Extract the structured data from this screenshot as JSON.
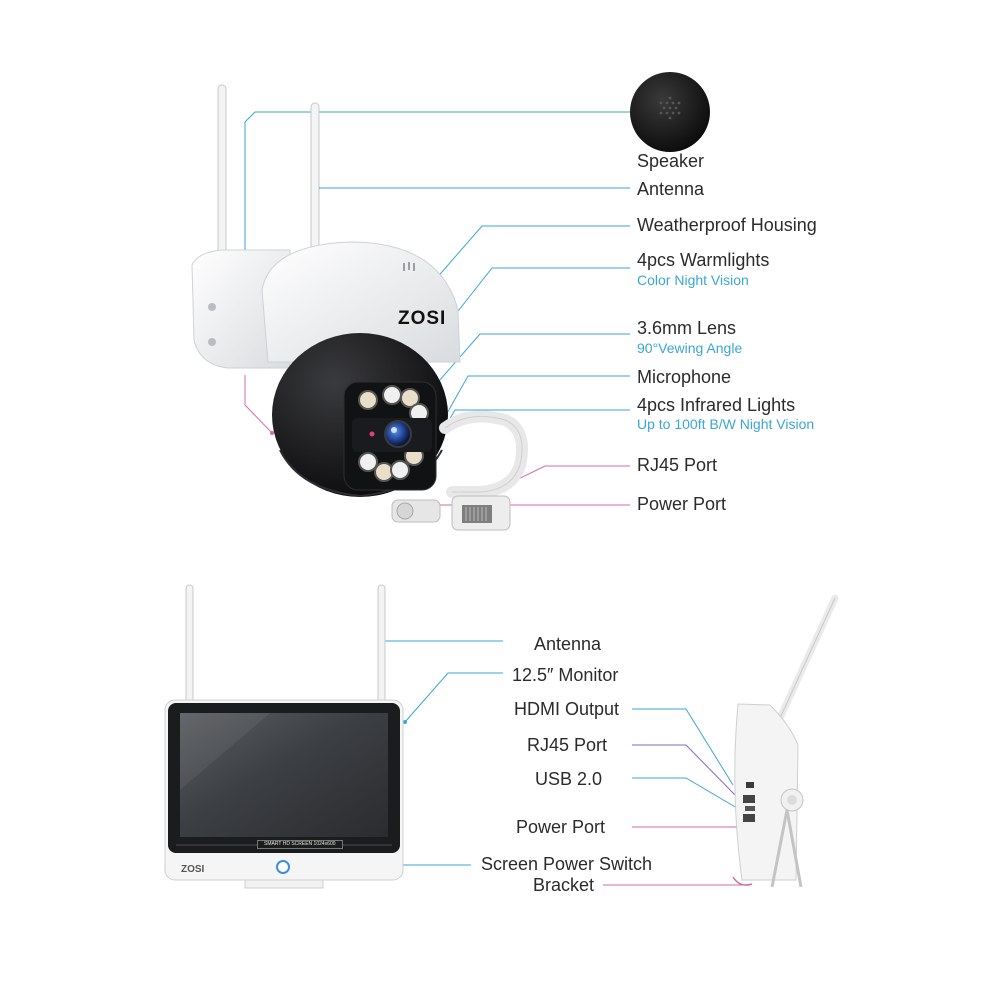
{
  "brand": "ZOSI",
  "monitor_bezel_text": "SMART HD SCREEN 1024x600",
  "colors": {
    "callout_blue": "#3aa6d6",
    "callout_pink": "#d66aa8",
    "label_text": "#2b2b2b"
  },
  "camera": {
    "labels": {
      "speaker": "Speaker",
      "antenna": "Antenna",
      "housing": "Weatherproof Housing",
      "warmlights": "4pcs Warmlights",
      "warmlights_sub": "Color Night Vision",
      "lens": "3.6mm Lens",
      "lens_sub": "90°Vewing Angle",
      "microphone": "Microphone",
      "infrared": "4pcs Infrared Lights",
      "infrared_sub": "Up to 100ft B/W Night Vision",
      "rj45": "RJ45 Port",
      "power": "Power Port"
    }
  },
  "nvr": {
    "labels": {
      "antenna": "Antenna",
      "monitor": "12.5″ Monitor",
      "hdmi": "HDMI Output",
      "rj45": "RJ45 Port",
      "usb": "USB 2.0",
      "power": "Power Port",
      "power_switch": "Screen Power Switch",
      "bracket": "Bracket"
    }
  }
}
